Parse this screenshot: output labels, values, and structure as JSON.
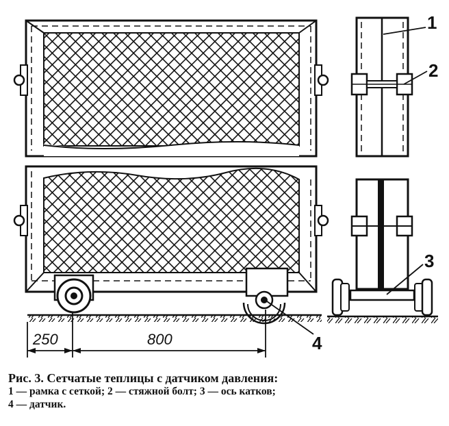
{
  "figure": {
    "callouts": {
      "frame": "1",
      "bolt": "2",
      "axle": "3",
      "sensor": "4"
    },
    "dimensions": {
      "left": "250",
      "span": "800"
    }
  },
  "caption": {
    "title": "Рис. 3. Сетчатые теплицы с датчиком давления:",
    "line1": "1 — рамка с сеткой; 2 — стяжной болт; 3 — ось катков;",
    "line2": "4 — датчик."
  }
}
